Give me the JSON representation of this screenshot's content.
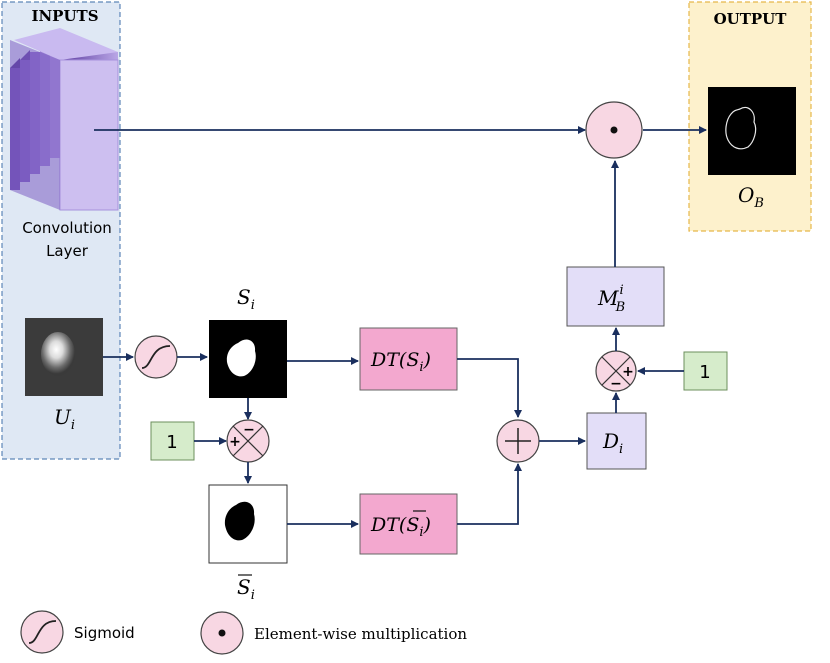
{
  "inputs": {
    "title": "INPUTS"
  },
  "output": {
    "title": "OUTPUT",
    "label": "O",
    "label_sub": "B"
  },
  "conv": {
    "line1": "Convolution",
    "line2": "Layer"
  },
  "u_label": {
    "main": "U",
    "sub": "i"
  },
  "s_label": {
    "main": "S",
    "sub": "i"
  },
  "sbar_label": {
    "main": "S",
    "sub": "i"
  },
  "dt_s": {
    "text": "DT(S",
    "sub": "i",
    "close": ")"
  },
  "dt_sbar": {
    "text": "DT(",
    "bar": "S",
    "sub": "i",
    "close": ")"
  },
  "d_label": {
    "main": "D",
    "sub": "i"
  },
  "m_label": {
    "main": "M",
    "sub": "B",
    "sup": "i"
  },
  "const_one": {
    "left": "1",
    "right": "1"
  },
  "subtract": {
    "plus": "+",
    "minus": "−"
  },
  "legend": {
    "sigmoid": "Sigmoid",
    "mult": "Element-wise multiplication"
  },
  "colors": {
    "node_fill": "#f8d7e3",
    "dt_fill": "#f3a8cf",
    "box_fill": "#e3def8",
    "one_fill": "#d6eccb",
    "arrow": "#1a2f5e",
    "inputs_bg": "#dfe8f4",
    "output_bg": "#fdf1cc",
    "layer_color": "#8f6fc8"
  }
}
